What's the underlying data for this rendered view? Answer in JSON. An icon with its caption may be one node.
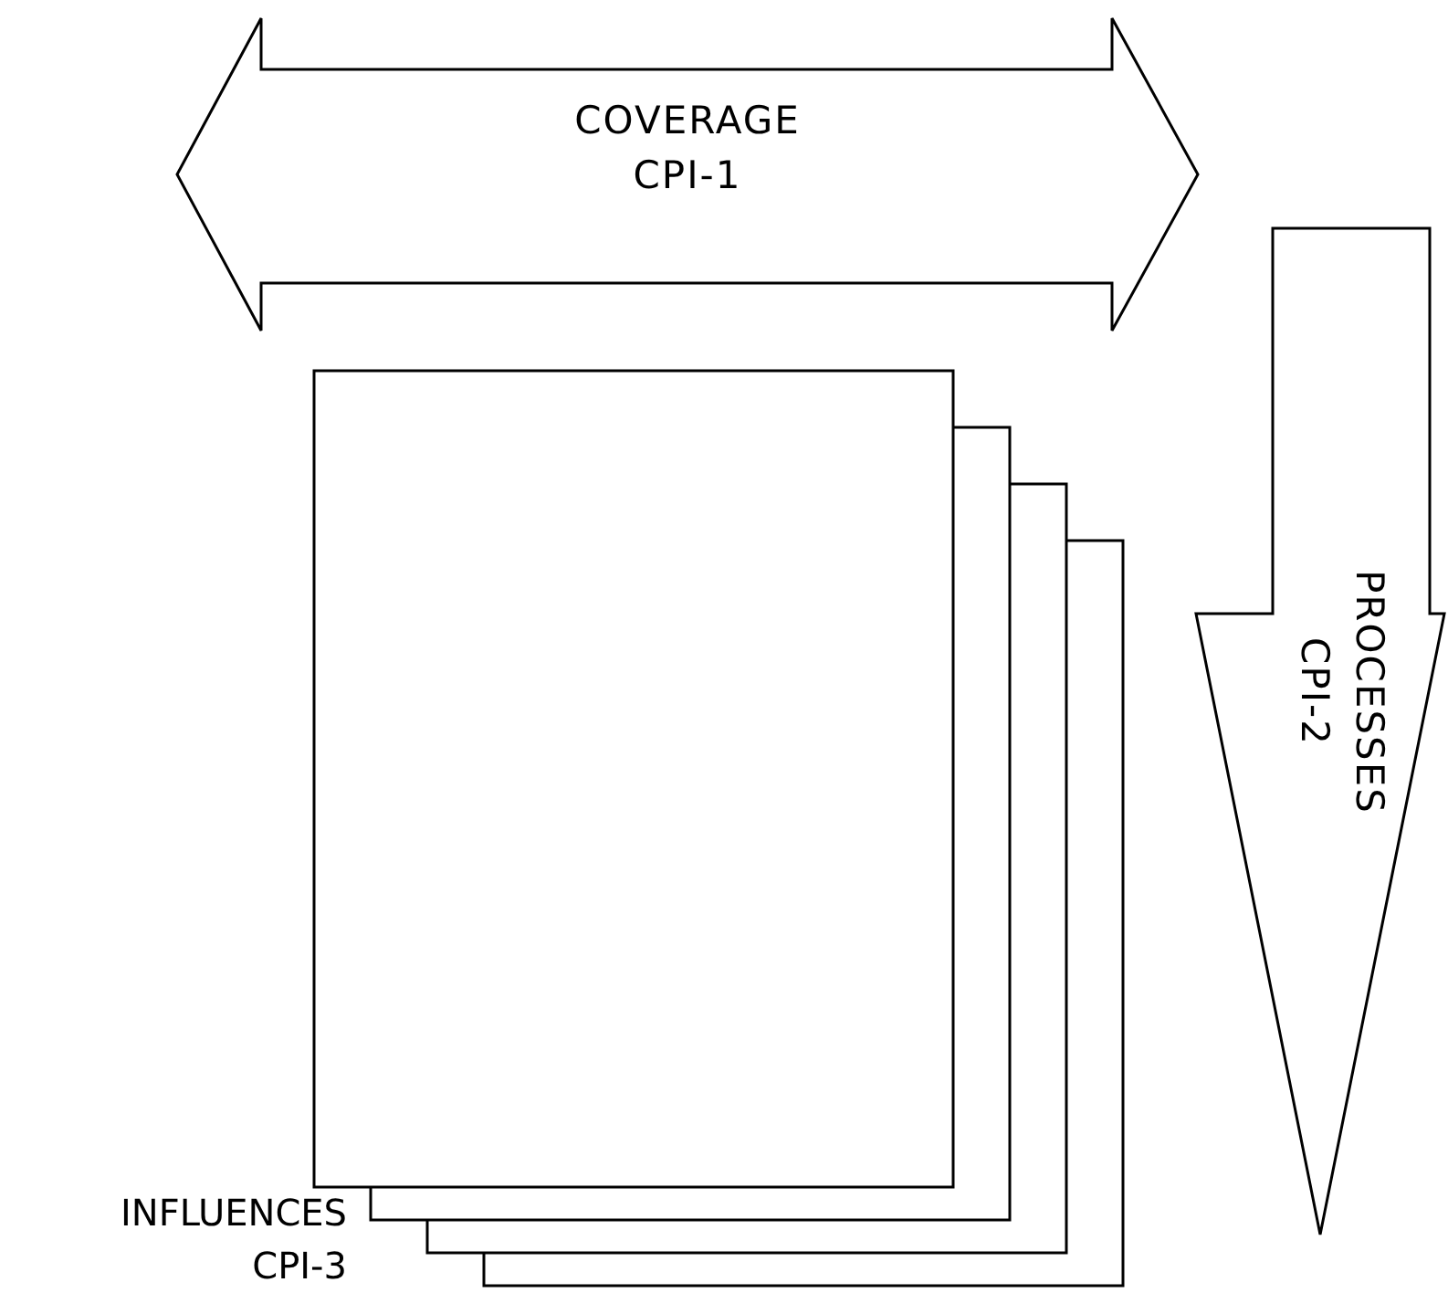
{
  "diagram": {
    "nodes": [
      {
        "text": [
          "COVERAGE",
          "CPI-1"
        ]
      },
      {
        "text": [
          "PROCESSES",
          "CPI-2"
        ]
      },
      {
        "text": [],
        "shape": "box"
      },
      {
        "text": [],
        "shape": "box"
      },
      {
        "text": [],
        "shape": "box"
      },
      {
        "text": [],
        "shape": "box"
      }
    ],
    "labels": [
      "INFLUENCES",
      "CPI-3"
    ]
  }
}
